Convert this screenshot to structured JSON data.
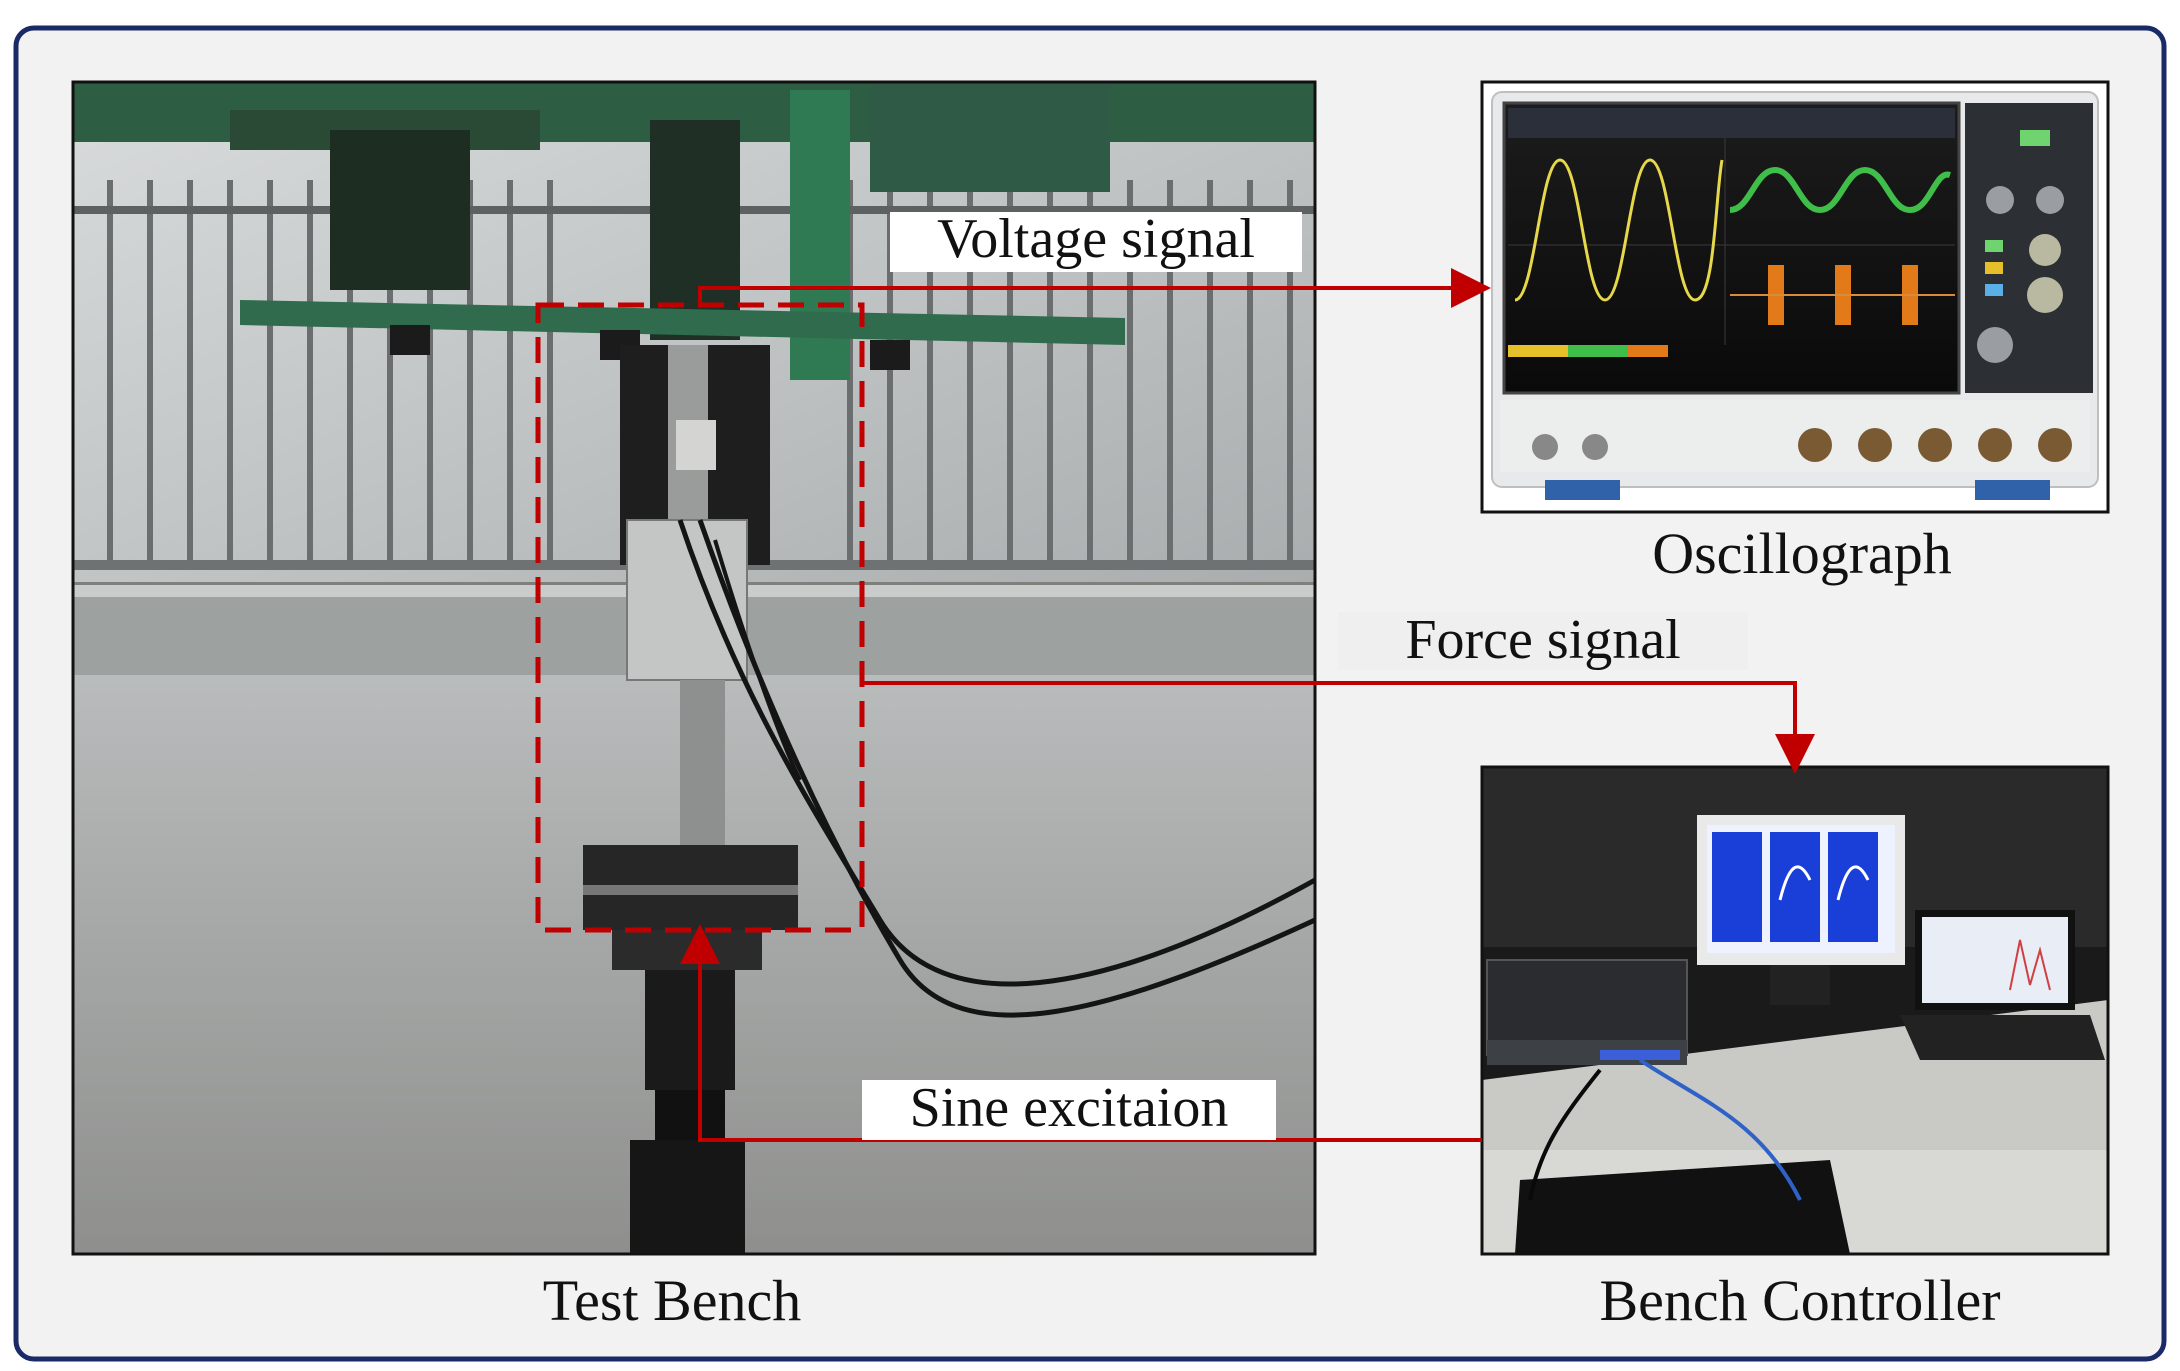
{
  "labels": {
    "voltage_signal": "Voltage signal",
    "force_signal": "Force signal",
    "sine_excitation": "Sine excitaion",
    "oscillograph": "Oscillograph",
    "test_bench": "Test Bench",
    "bench_controller": "Bench Controller"
  },
  "colors": {
    "frame_border": "#1a2a66",
    "panel_bg": "#f2f2f2",
    "signal_line": "#c00000",
    "bench_green": "#2f7a52"
  }
}
